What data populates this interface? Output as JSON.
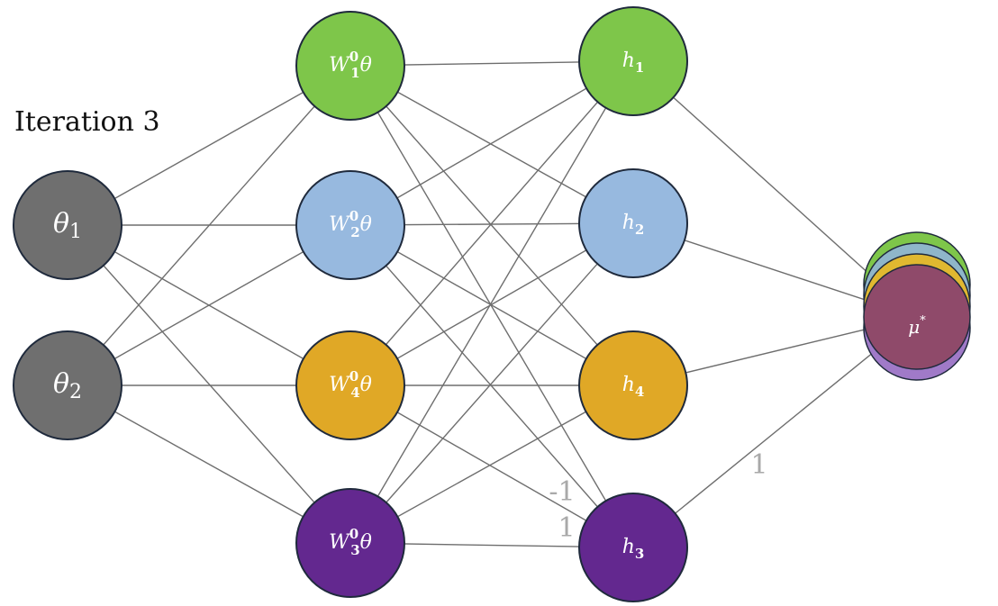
{
  "title": "Iteration 3",
  "colors": {
    "edge": "#6e6e6e",
    "node_stroke": "#1f2a3c",
    "grey": "#6f6f6f",
    "green": "#7ec64a",
    "blue": "#97b9df",
    "orange": "#e0a826",
    "purple": "#63288f",
    "output_stack": [
      "#7ec64a",
      "#8fb6c9",
      "#e0b830",
      "#a07ac8"
    ],
    "output_front": "#8f4a6a",
    "weight_label": "#a9a9a9"
  },
  "nodes": {
    "theta1": {
      "base": "θ",
      "sub": "1"
    },
    "theta2": {
      "base": "θ",
      "sub": "2"
    },
    "w1": {
      "base": "W",
      "sup": "0",
      "sub": "1",
      "tail": "θ"
    },
    "w2": {
      "base": "W",
      "sup": "0",
      "sub": "2",
      "tail": "θ"
    },
    "w4": {
      "base": "W",
      "sup": "0",
      "sub": "4",
      "tail": "θ"
    },
    "w3": {
      "base": "W",
      "sup": "0",
      "sub": "3",
      "tail": "θ"
    },
    "h1": {
      "base": "h",
      "sub": "1"
    },
    "h2": {
      "base": "h",
      "sub": "2"
    },
    "h4": {
      "base": "h",
      "sub": "4"
    },
    "h3": {
      "base": "h",
      "sub": "3"
    },
    "mu": {
      "base": "μ",
      "sup": "*"
    }
  },
  "edge_labels": {
    "neg_one": "-1",
    "one_mid": "1",
    "one_out": "1"
  }
}
